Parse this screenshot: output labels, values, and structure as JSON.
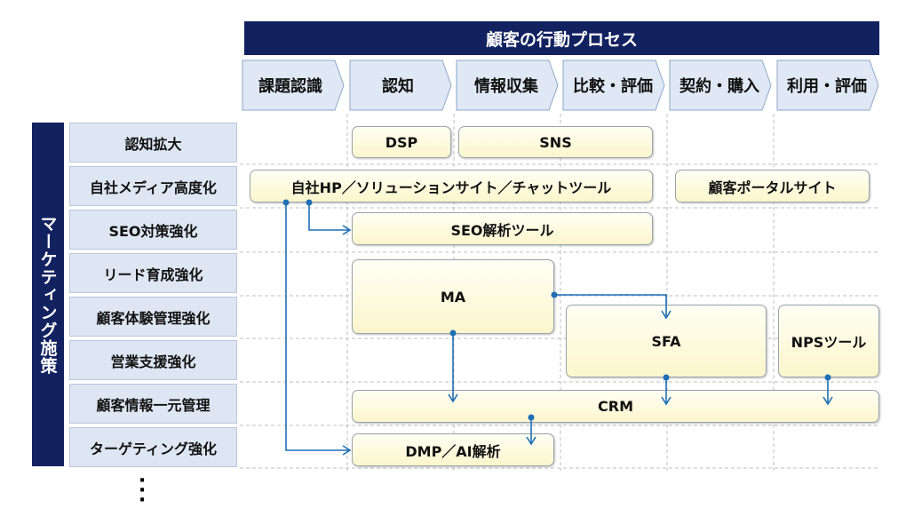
{
  "header": {
    "title": "顧客の行動プロセス"
  },
  "stages": [
    "課題認識",
    "認知",
    "情報収集",
    "比較・評価",
    "契約・購入",
    "利用・評価"
  ],
  "side_title": "マーケティング施策",
  "rows": [
    "認知拡大",
    "自社メディア高度化",
    "SEO対策強化",
    "リード育成強化",
    "顧客体験管理強化",
    "営業支援強化",
    "顧客情報一元管理",
    "ターゲティング強化"
  ],
  "tools": {
    "dsp": "DSP",
    "sns": "SNS",
    "own_media": "自社HP／ソリューションサイト／チャットツール",
    "portal": "顧客ポータルサイト",
    "seo": "SEO解析ツール",
    "ma": "MA",
    "sfa": "SFA",
    "nps": "NPSツール",
    "crm": "CRM",
    "dmp": "DMP／AI解析"
  },
  "continuation": "・・・",
  "colors": {
    "navy": "#12215f",
    "stage_fill": "#dfe8f4",
    "row_fill": "#dde6f2",
    "tool_fill": "#fbf6cc",
    "arrow": "#1f6fb5"
  }
}
